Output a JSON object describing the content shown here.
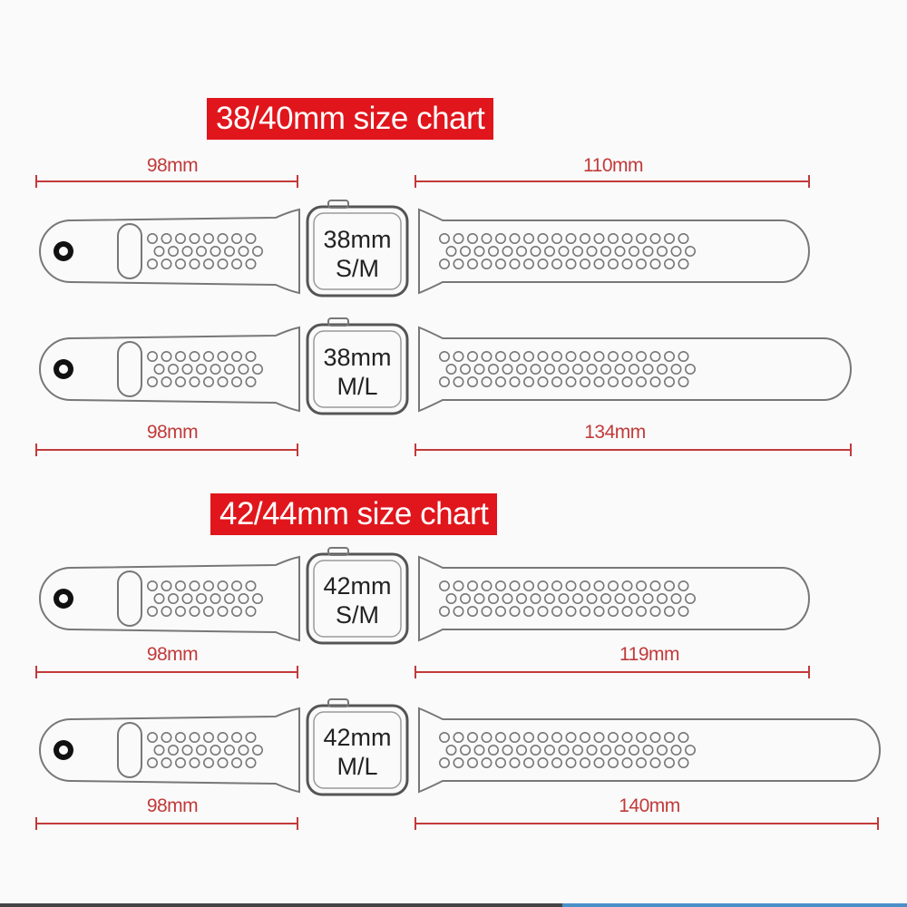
{
  "colors": {
    "banner": "#e0161c",
    "dimension": "#c23a3a",
    "outline": "#777777",
    "ground": "#fafafa"
  },
  "sections": [
    {
      "title": "38/40mm size chart",
      "bands": [
        {
          "size": "38mm",
          "fit": "S/M",
          "short_length": "98mm",
          "long_length": "110mm"
        },
        {
          "size": "38mm",
          "fit": "M/L",
          "short_length": "98mm",
          "long_length": "134mm"
        }
      ]
    },
    {
      "title": "42/44mm size chart",
      "bands": [
        {
          "size": "42mm",
          "fit": "S/M",
          "short_length": "98mm",
          "long_length": "119mm"
        },
        {
          "size": "42mm",
          "fit": "M/L",
          "short_length": "98mm",
          "long_length": "140mm"
        }
      ]
    }
  ]
}
